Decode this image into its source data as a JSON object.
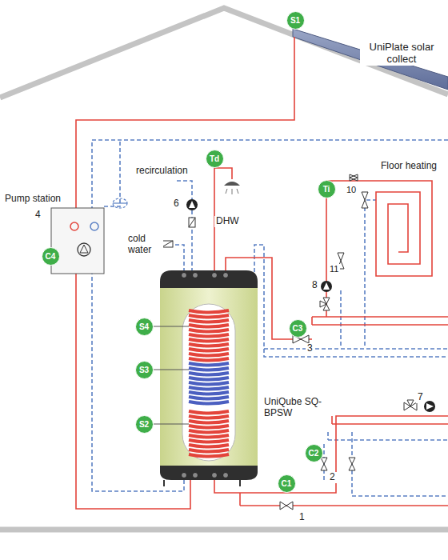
{
  "diagram": {
    "nodes": [
      {
        "text": [
          "S1"
        ]
      },
      {
        "text": [
          "Td"
        ]
      },
      {
        "text": [
          "Ti"
        ]
      },
      {
        "text": [
          "C4"
        ]
      },
      {
        "text": [
          "S4"
        ]
      },
      {
        "text": [
          "C3"
        ]
      },
      {
        "text": [
          "S3"
        ]
      },
      {
        "text": [
          "S2"
        ]
      },
      {
        "text": [
          "C2"
        ]
      },
      {
        "text": [
          "C1"
        ]
      }
    ],
    "labels": [
      "UniPlate solar collect",
      "Pump station",
      "4",
      "recirculation",
      "6",
      "DHW",
      "cold water",
      "Floor heating",
      "10",
      "11",
      "8",
      "3",
      "UniQube SQ-BPSW",
      "7",
      "2",
      "1"
    ]
  }
}
